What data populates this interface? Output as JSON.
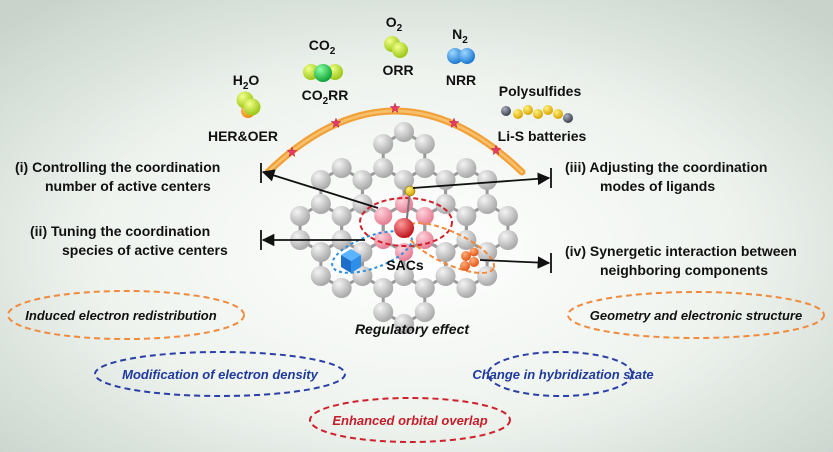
{
  "reactions": {
    "h2o": {
      "molecule": "H",
      "sub": "2",
      "molecule_tail": "O",
      "label": "HER&OER"
    },
    "co2": {
      "molecule": "CO",
      "sub": "2",
      "label": "CO",
      "label_sub": "2",
      "label_tail": "RR"
    },
    "o2": {
      "molecule": "O",
      "sub": "2",
      "label": "ORR"
    },
    "n2": {
      "molecule": "N",
      "sub": "2",
      "label": "NRR"
    },
    "polysulfides": {
      "molecule": "Polysulfides",
      "label": "Li-S batteries"
    }
  },
  "strategies": {
    "i": {
      "line1": "(i) Controlling the coordination",
      "line2": "number of active centers"
    },
    "ii": {
      "line1": "(ii) Tuning the coordination",
      "line2": "species of active centers"
    },
    "iii": {
      "line1": "(iii) Adjusting the coordination",
      "line2": "modes of ligands"
    },
    "iv": {
      "line1": "(iv) Synergetic interaction between",
      "line2": "neighboring components"
    }
  },
  "center_label": "SACs",
  "regulatory_label": "Regulatory effect",
  "effects": {
    "induced": "Induced electron redistribution",
    "geometry": "Geometry and electronic structure",
    "modification": "Modification of electron density",
    "hybridization": "Change in hybridization state",
    "orbital": "Enhanced orbital overlap"
  },
  "colors": {
    "orange_ellipse": "#f08a3c",
    "blue_ellipse": "#2a3fa8",
    "red_ellipse": "#d0202a",
    "arc": "#f2a03a",
    "arc_star": "#e63a6a",
    "blue_text": "#1f3a9a",
    "red_text": "#c41e2a"
  }
}
